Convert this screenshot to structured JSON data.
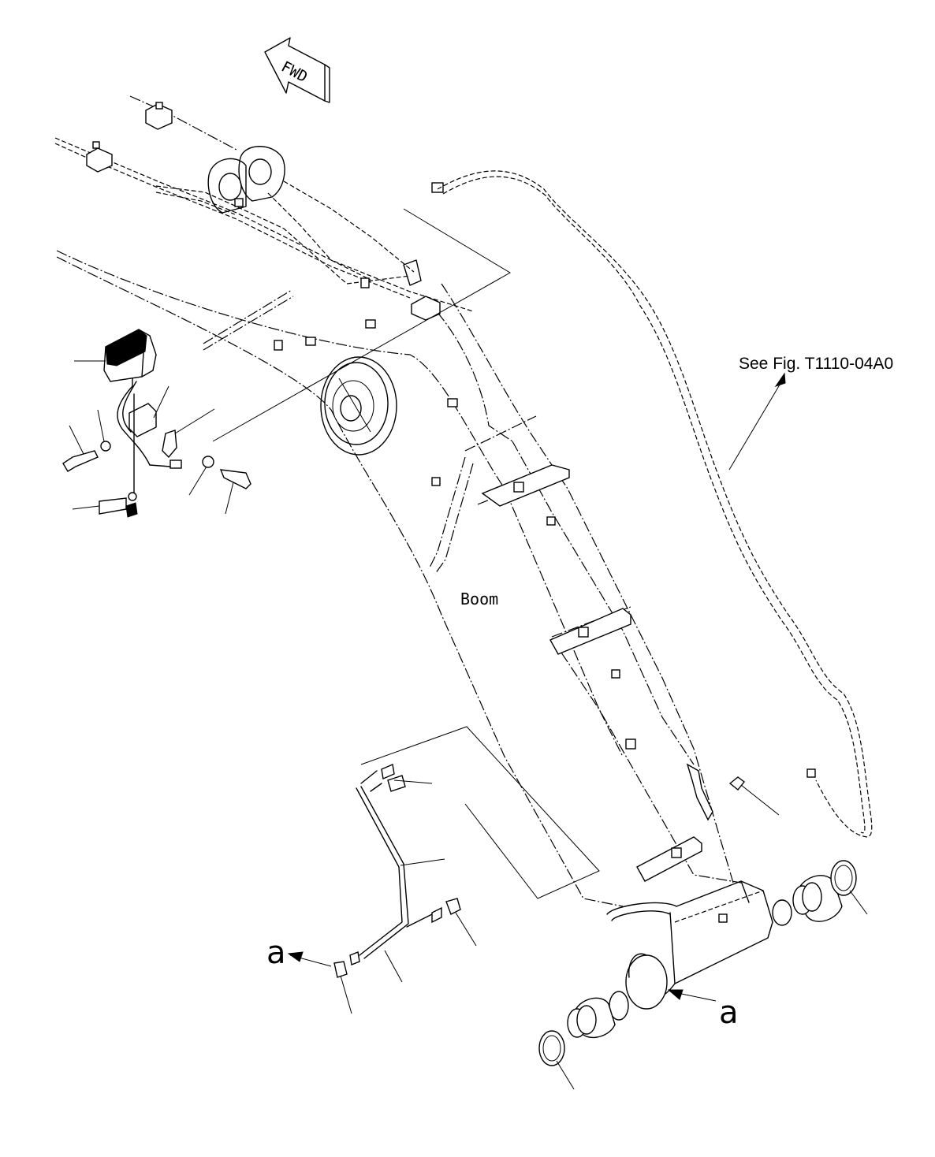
{
  "labels": {
    "forward": "FWD",
    "see_fig": "See Fig. T1110-04A0",
    "boom": "Boom",
    "view_ref_a": "a"
  }
}
